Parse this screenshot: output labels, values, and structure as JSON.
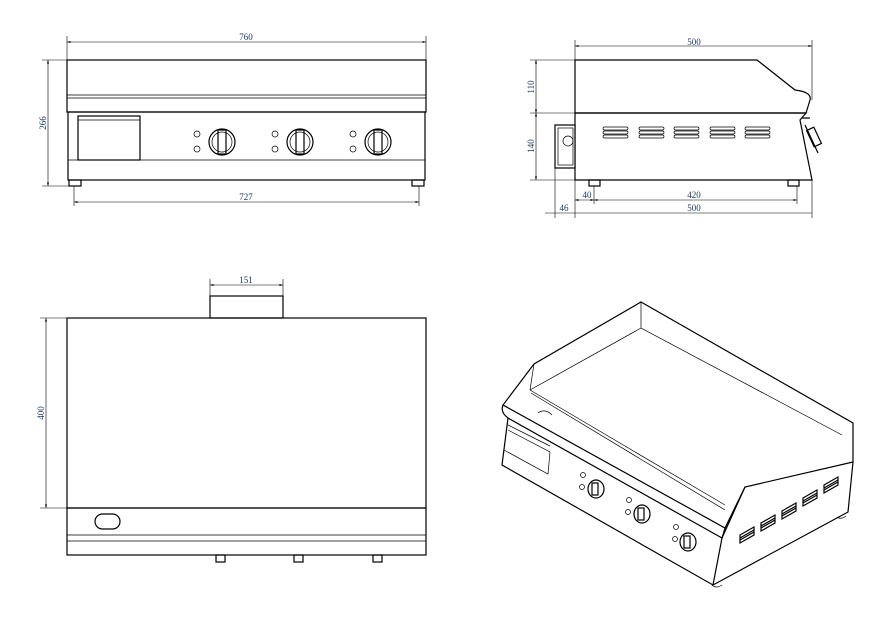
{
  "drawing": {
    "front_view": {
      "width_top": "760",
      "height": "266",
      "feet_span": "727"
    },
    "side_view": {
      "depth_top": "500",
      "upper_height": "110",
      "lower_height": "140",
      "foot_offset": "40",
      "feet_span": "420",
      "box_projection": "46",
      "depth_bottom": "500"
    },
    "top_view": {
      "box_width": "151",
      "depth": "400"
    },
    "line_color": "#000000",
    "dimension_text_color": "#1a3a6a"
  }
}
